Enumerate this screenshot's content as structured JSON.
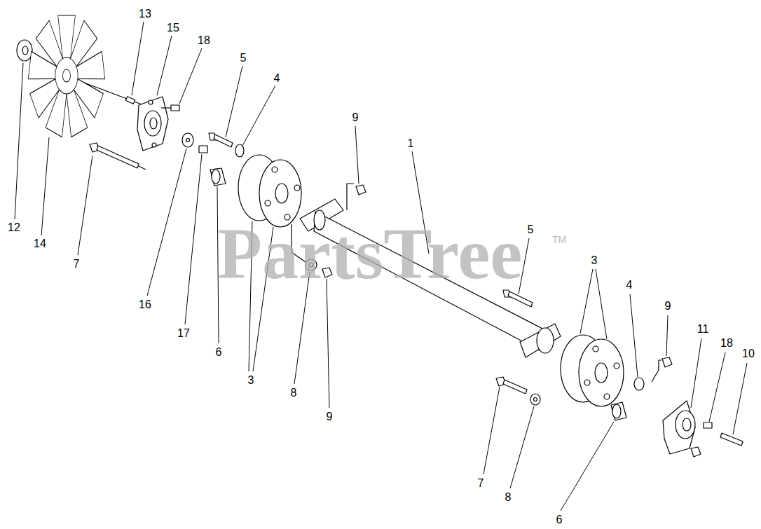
{
  "diagram": {
    "labels": [
      "13",
      "15",
      "18",
      "5",
      "4",
      "9",
      "1",
      "12",
      "14",
      "7",
      "5",
      "3",
      "16",
      "17",
      "6",
      "3",
      "8",
      "9",
      "4",
      "9",
      "11",
      "18",
      "10",
      "7",
      "8",
      "6",
      "PartsTree",
      "TM"
    ]
  }
}
